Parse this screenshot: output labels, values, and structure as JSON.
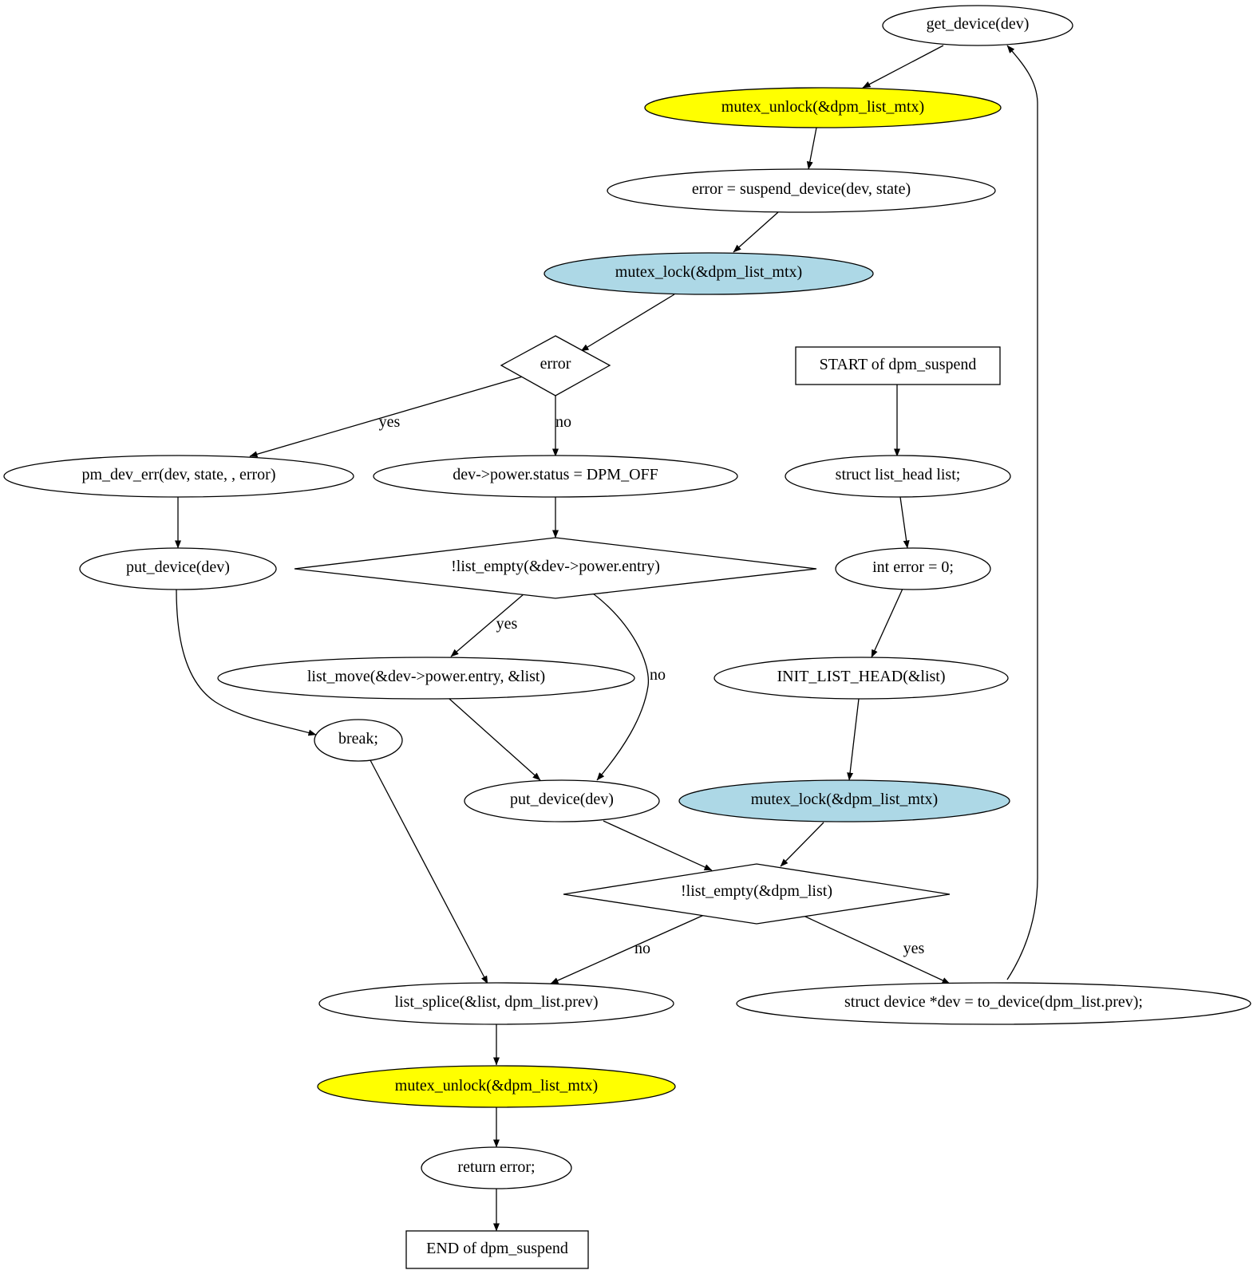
{
  "colors": {
    "unlock_fill": "#ffff00",
    "lock_fill": "#add8e6",
    "default_fill": "#ffffff",
    "stroke": "#000000"
  },
  "nodes": {
    "get_device": "get_device(dev)",
    "mutex_unlock_loop": "mutex_unlock(&dpm_list_mtx)",
    "suspend_device": "error = suspend_device(dev, state)",
    "mutex_lock_loop": "mutex_lock(&dpm_list_mtx)",
    "error_check": "error",
    "start": "START of dpm_suspend",
    "pm_dev_err": "pm_dev_err(dev, state, , error)",
    "power_status": "dev->power.status = DPM_OFF",
    "list_head": "struct list_head list;",
    "put_device_err": "put_device(dev)",
    "entry_empty_check": "!list_empty(&dev->power.entry)",
    "int_error": "int error = 0;",
    "list_move": "list_move(&dev->power.entry, &list)",
    "init_list_head": "INIT_LIST_HEAD(&list)",
    "break_stmt": "break;",
    "put_device": "put_device(dev)",
    "mutex_lock_init": "mutex_lock(&dpm_list_mtx)",
    "dpm_list_empty_check": "!list_empty(&dpm_list)",
    "list_splice": "list_splice(&list, dpm_list.prev)",
    "to_device": "struct device *dev = to_device(dpm_list.prev);",
    "mutex_unlock_end": "mutex_unlock(&dpm_list_mtx)",
    "return_error": "return error;",
    "end": "END of dpm_suspend"
  },
  "edge_labels": {
    "error_yes": "yes",
    "error_no": "no",
    "entry_yes": "yes",
    "entry_no": "no",
    "dpm_no": "no",
    "dpm_yes": "yes"
  }
}
